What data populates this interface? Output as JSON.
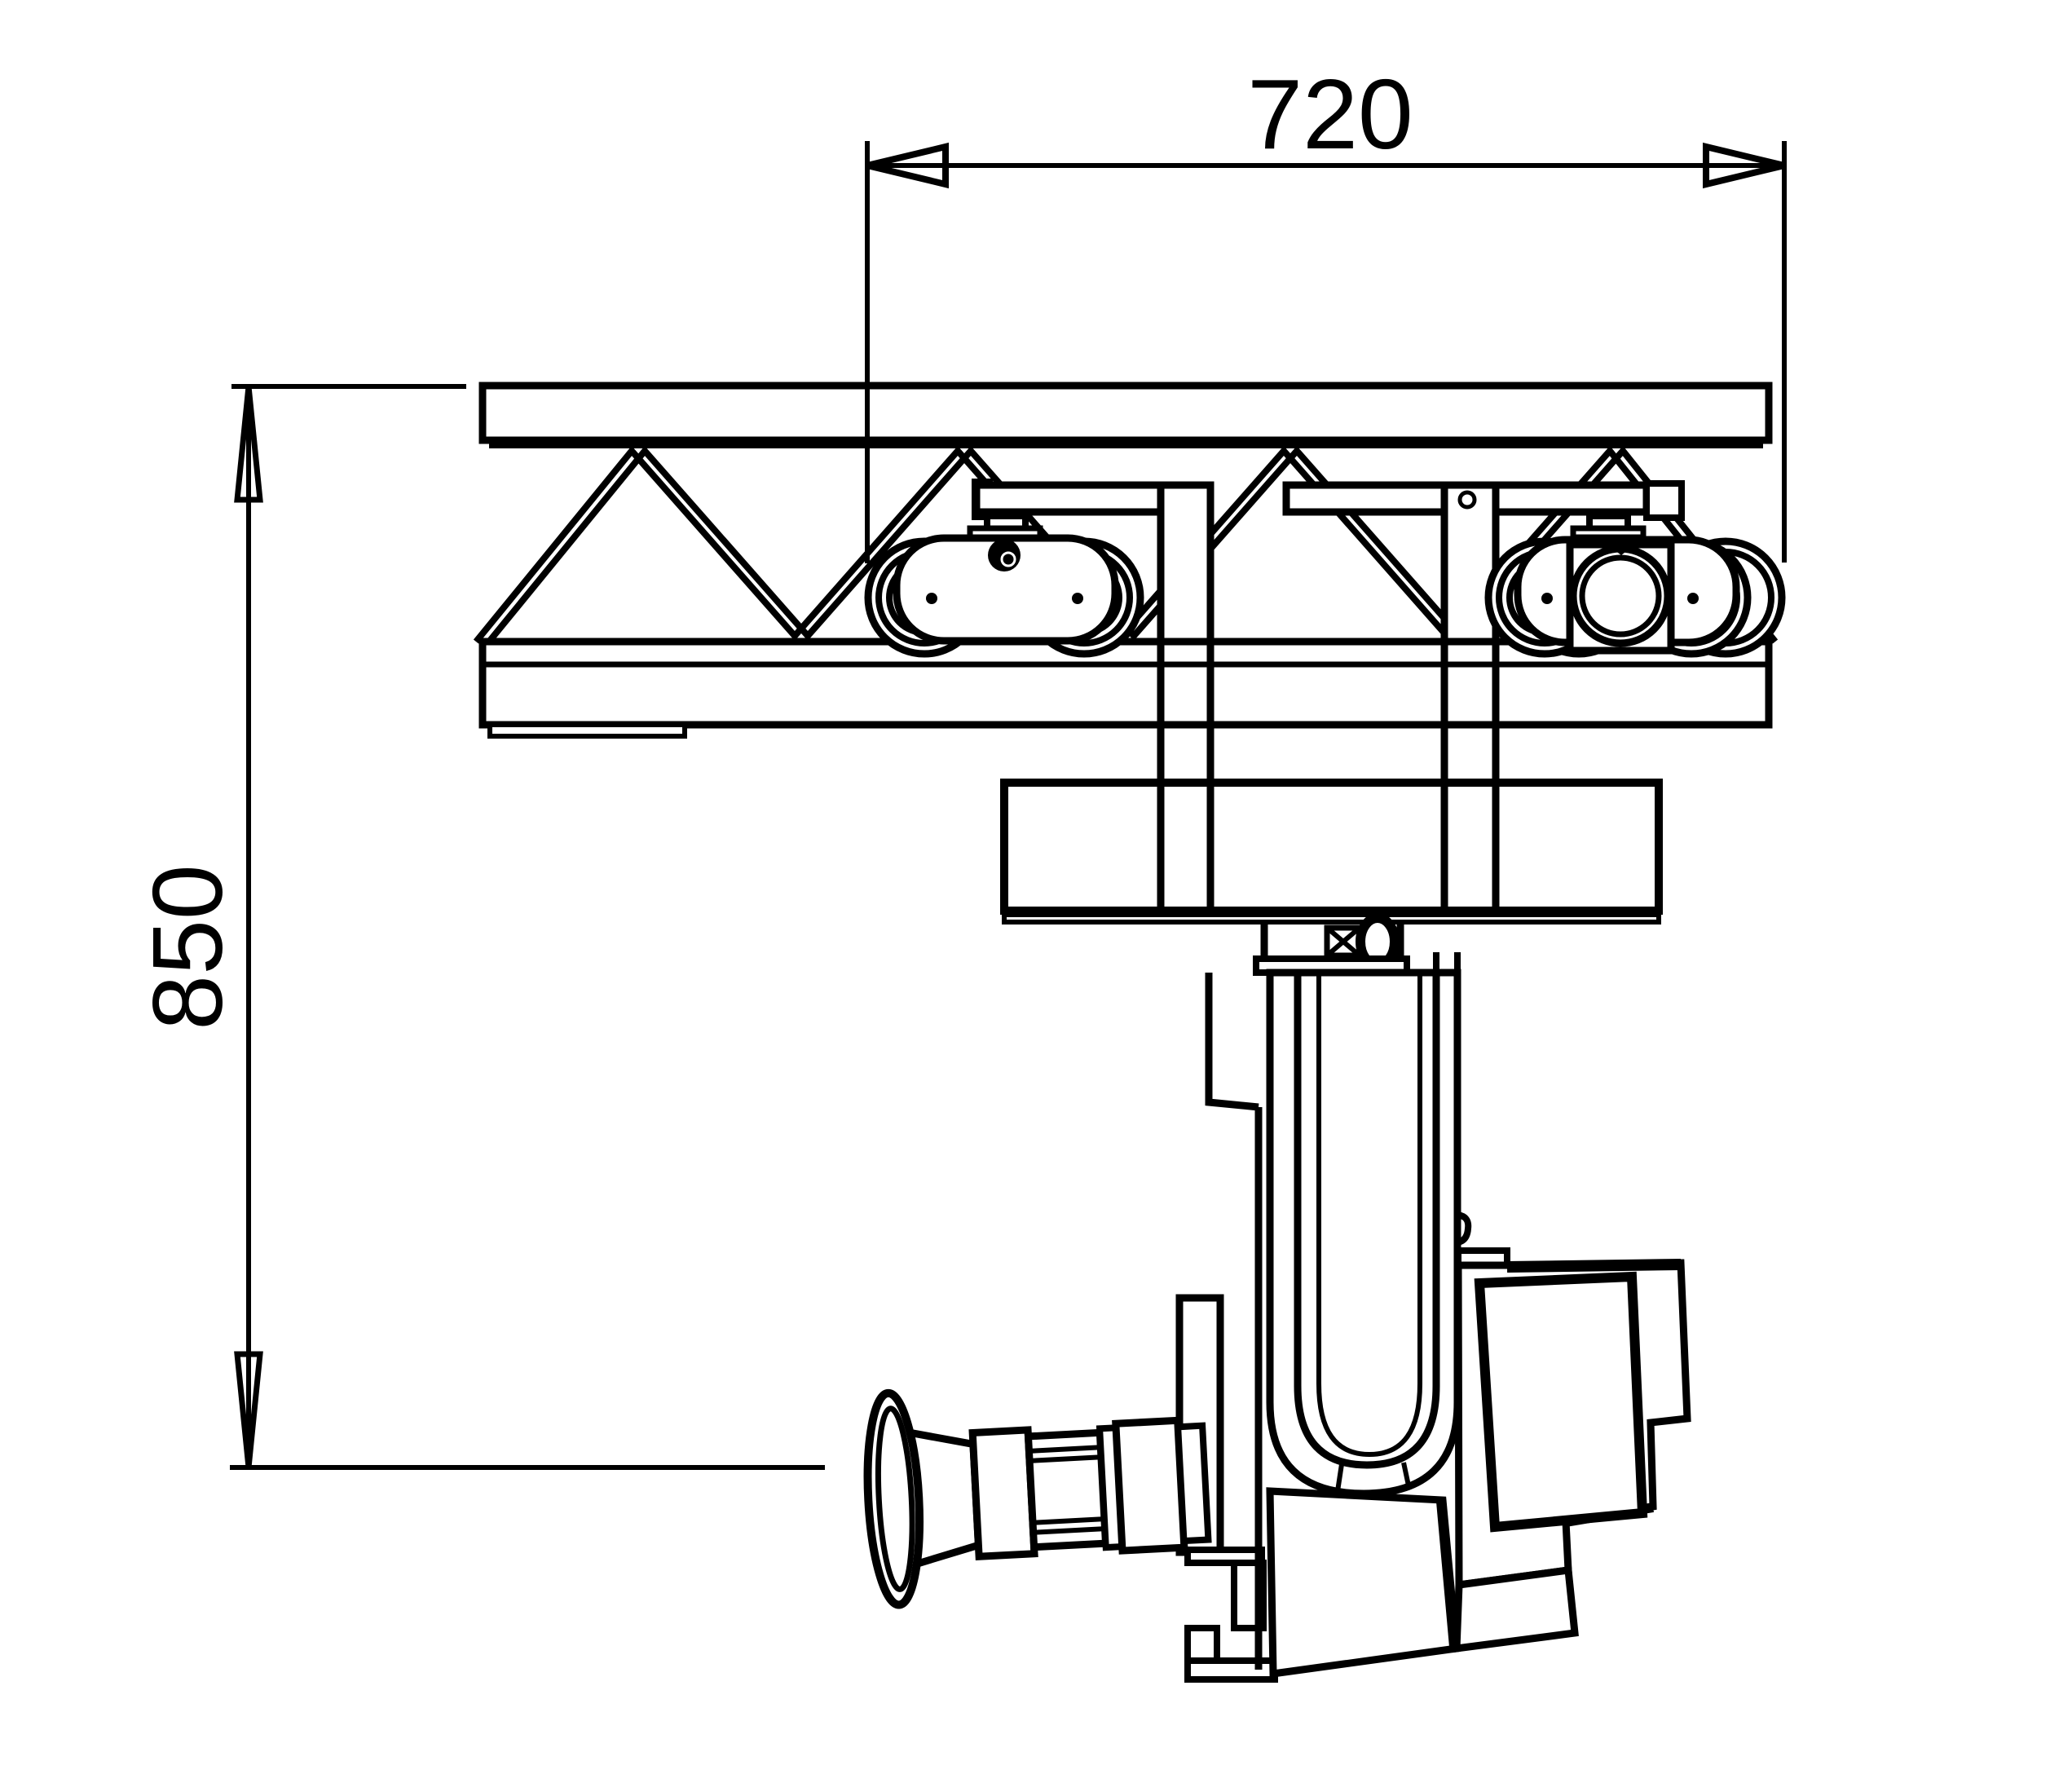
{
  "drawing": {
    "type": "technical-elevation",
    "description": "side elevation of a truss-mounted moving head fixture with twin roller trolleys",
    "dimensions": {
      "width_label": "720",
      "height_label": "850"
    },
    "colors": {
      "line": "#000000",
      "background": "#ffffff"
    }
  }
}
